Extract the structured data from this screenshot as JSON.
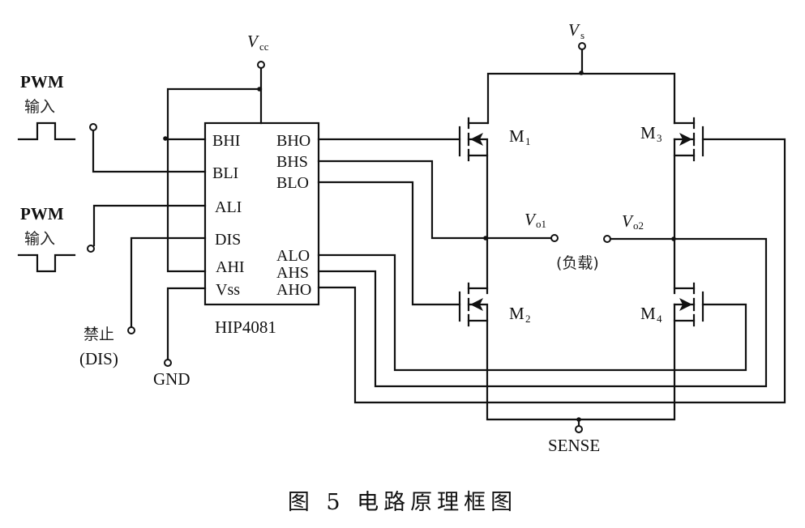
{
  "caption": "图 5   电路原理框图",
  "chip": {
    "name": "HIP4081",
    "left_pins": [
      "BHI",
      "BLI",
      "ALI",
      "DIS",
      "AHI",
      "Vss"
    ],
    "right_pins": [
      "BHO",
      "BHS",
      "BLO",
      "ALO",
      "AHS",
      "AHO"
    ]
  },
  "inputs": {
    "pwm1_title": "PWM",
    "pwm1_sub": "输入",
    "pwm2_title": "PWM",
    "pwm2_sub": "输入",
    "disable_cn": "禁止",
    "disable_en": "(DIS)",
    "gnd": "GND"
  },
  "supplies": {
    "vcc_main": "V",
    "vcc_sub": "cc",
    "vs_main": "V",
    "vs_sub": "s"
  },
  "bridge": {
    "m1": "M",
    "m1_sub": "1",
    "m2": "M",
    "m2_sub": "2",
    "m3": "M",
    "m3_sub": "3",
    "m4": "M",
    "m4_sub": "4",
    "vo1_main": "V",
    "vo1_sub": "o1",
    "vo2_main": "V",
    "vo2_sub": "o2",
    "load": "(负载)",
    "sense": "SENSE"
  }
}
